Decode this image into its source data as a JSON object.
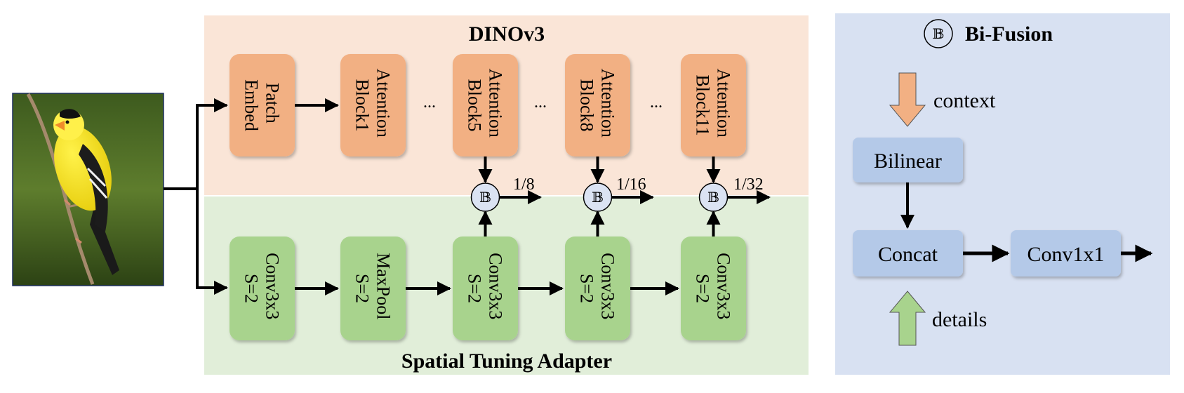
{
  "colors": {
    "dino_bg": "#fae5d7",
    "adapter_bg": "#e1eed9",
    "fusion_bg": "#d8e1f2",
    "orange_block": "#f2b083",
    "green_block": "#a8d38d",
    "blue_block": "#b4c9e8",
    "circle_fill": "#dbe3f3"
  },
  "image": {
    "subject": "yellow bird perched on a twig"
  },
  "dino": {
    "title": "DINOv3",
    "blocks": [
      {
        "id": "patch",
        "line1": "Patch",
        "line2": "Embed"
      },
      {
        "id": "attn1",
        "line1": "Attention",
        "line2": "Block1"
      },
      {
        "id": "attn5",
        "line1": "Attention",
        "line2": "Block5"
      },
      {
        "id": "attn8",
        "line1": "Attention",
        "line2": "Block8"
      },
      {
        "id": "attn11",
        "line1": "Attention",
        "line2": "Block11"
      }
    ],
    "ellipsis": "..."
  },
  "adapter": {
    "title": "Spatial Tuning Adapter",
    "blocks": [
      {
        "id": "conv1",
        "line1": "Conv3x3",
        "line2": "S=2"
      },
      {
        "id": "maxpool",
        "line1": "MaxPool",
        "line2": "S=2"
      },
      {
        "id": "conv2",
        "line1": "Conv3x3",
        "line2": "S=2"
      },
      {
        "id": "conv3",
        "line1": "Conv3x3",
        "line2": "S=2"
      },
      {
        "id": "conv4",
        "line1": "Conv3x3",
        "line2": "S=2"
      }
    ]
  },
  "fusion_nodes": {
    "symbol": "𝔹",
    "scales": [
      "1/8",
      "1/16",
      "1/32"
    ]
  },
  "bifusion": {
    "symbol": "𝔹",
    "title": "Bi-Fusion",
    "context_label": "context",
    "bilinear_label": "Bilinear",
    "concat_label": "Concat",
    "conv_label": "Conv1x1",
    "details_label": "details"
  }
}
